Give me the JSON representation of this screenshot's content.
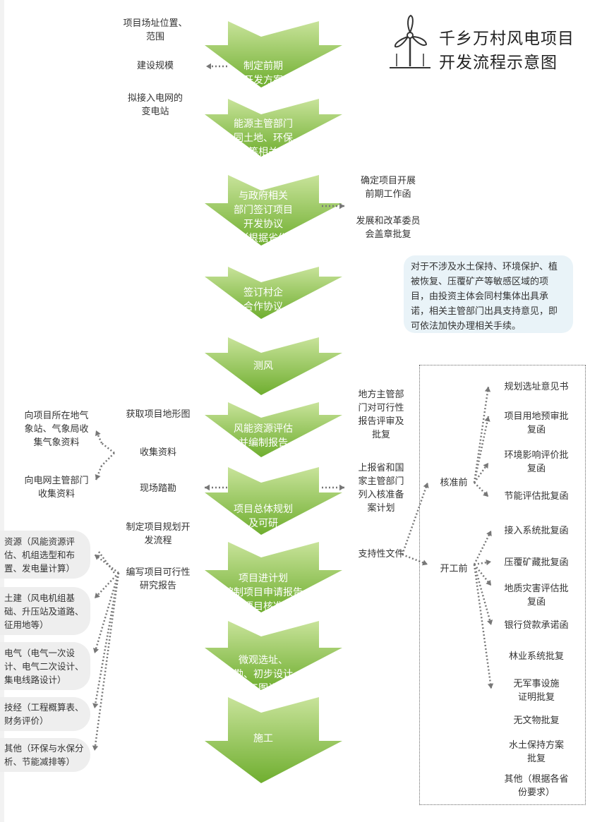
{
  "title": {
    "line1": "千乡万村风电项目",
    "line2": "开发流程示意图",
    "icon": "wind-turbine-icon"
  },
  "colors": {
    "arrow_top": "#c8e39a",
    "arrow_bottom": "#6fae2f",
    "connector": "#777777",
    "note_bg": "#e9f3f8"
  },
  "steps": [
    "制定前期\n开发方案",
    "能源主管部门\n会同土地、环保、\n规划等相关部门\n确认相关开发方案",
    "与政府相关\n部门签订项目\n开发协议\n（根据省份\n要求办理）",
    "签订村企\n合作协议",
    "测风",
    "风能资源评估\n并编制报告",
    "项目总体规划\n及可研",
    "项目进计划\n编制项目申请报告\n项目核准",
    "微观选址、\n详勘、初步设计、\n施工图设计",
    "施工"
  ],
  "plan_items": [
    "项目场址位置、\n范围",
    "建设规模",
    "拟接入电网的\n变电站"
  ],
  "agreement_items": [
    "确定项目开展\n前期工作函",
    "发展和改革委员\n会盖章批复"
  ],
  "note": "对于不涉及水土保持、环境保护、植被恢复、压覆矿产等敏感区域的项目，由投资主体会同村集体出具承诺，相关主管部门出具支持意见，即可依法加快办理相关手续。",
  "survey_items": [
    "获取项目地形图",
    "收集资料",
    "现场踏勘",
    "制定项目规划开\n发流程",
    "编写项目可行性\n研究报告"
  ],
  "collect_items": [
    "向项目所在地气\n象站、气象局收\n集气象资料",
    "向电网主管部门\n收集资料"
  ],
  "report_parts": [
    "资源（风能资源评\n估、机组选型和布\n置、发电量计算）",
    "土建（风电机组基\n础、升压站及道路、\n征用地等）",
    "电气（电气一次设\n计、电气二次设计、\n集电线路设计）",
    "技经（工程概算表、\n财务评价）",
    "其他（环保与水保分\n析、节能减排等）"
  ],
  "approval_items": [
    "地方主管部\n门对可行性\n报告评审及\n批复",
    "上报省和国\n家主管部门\n列入核准备\n案计划",
    "支持性文件"
  ],
  "docs": {
    "pre_approval_label": "核准前",
    "pre_approval": [
      "规划选址意见书",
      "项目用地预审批\n复函",
      "环境影响评价批\n复函",
      "节能评估批复函"
    ],
    "pre_construction_label": "开工前",
    "pre_construction": [
      "接入系统批复函",
      "压覆矿藏批复函",
      "地质灾害评估批\n复函",
      "银行贷款承诺函",
      "林业系统批复",
      "无军事设施\n证明批复",
      "无文物批复",
      "水土保持方案\n批复",
      "其他（根据各省\n份要求）"
    ]
  }
}
